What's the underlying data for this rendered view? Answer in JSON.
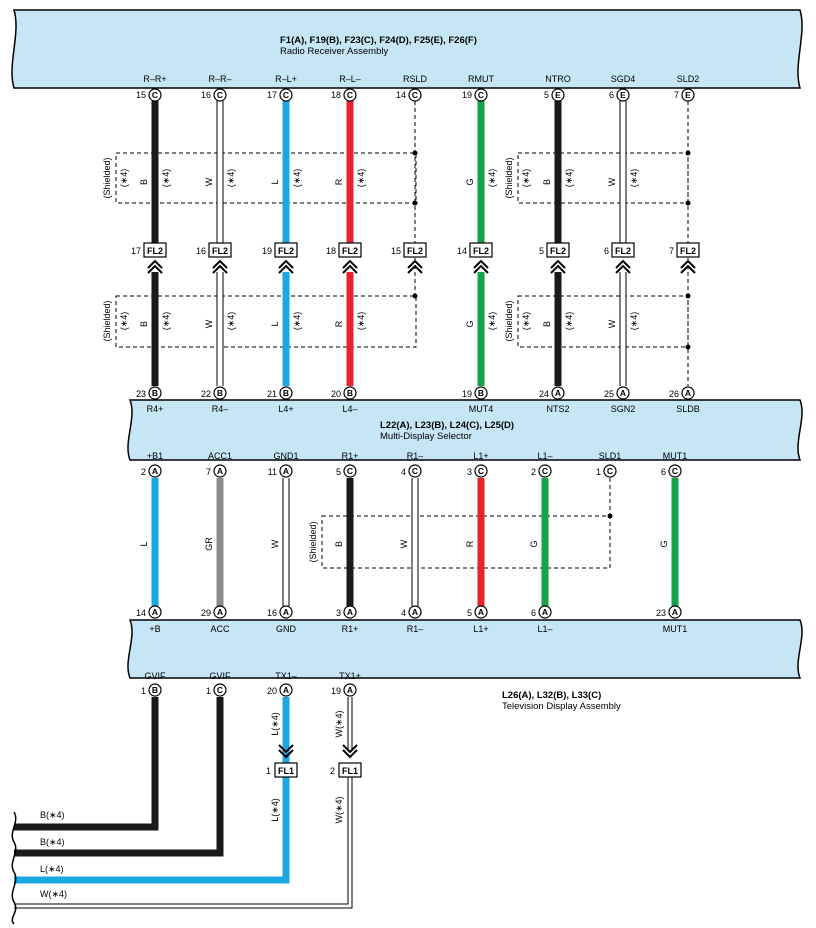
{
  "colors": {
    "box_fill": "#c6e6f6",
    "black_wire": "#1a1a1a",
    "blue_wire": "#1aa7e2",
    "red_wire": "#e8232b",
    "green_wire": "#17a24a",
    "gray_wire": "#8b8b8b",
    "white_wire": "#ffffff"
  },
  "components": {
    "radio_receiver": {
      "connectors": "F1(A), F19(B), F23(C), F24(D), F25(E), F26(F)",
      "name": "Radio Receiver Assembly"
    },
    "multi_display": {
      "connectors": "L22(A), L23(B), L24(C), L25(D)",
      "name": "Multi-Display Selector"
    },
    "television": {
      "connectors": "L26(A), L32(B), L33(C)",
      "name": "Television Display Assembly"
    }
  },
  "radio_pins": [
    {
      "name": "R–R+",
      "num": "15",
      "letter": "C"
    },
    {
      "name": "R–R–",
      "num": "16",
      "letter": "C"
    },
    {
      "name": "R–L+",
      "num": "17",
      "letter": "C"
    },
    {
      "name": "R–L–",
      "num": "18",
      "letter": "C"
    },
    {
      "name": "RSLD",
      "num": "14",
      "letter": "C"
    },
    {
      "name": "RMUT",
      "num": "19",
      "letter": "C"
    },
    {
      "name": "NTRO",
      "num": "5",
      "letter": "E"
    },
    {
      "name": "SGD4",
      "num": "6",
      "letter": "E"
    },
    {
      "name": "SLD2",
      "num": "7",
      "letter": "E"
    }
  ],
  "fl2_pins": [
    "17",
    "16",
    "19",
    "18",
    "15",
    "14",
    "5",
    "6",
    "7"
  ],
  "fl2_label": "FL2",
  "fl1_label": "FL1",
  "shield_label": "(Shielded)",
  "star_label": "(∗4)",
  "upper_wire_letters": [
    "B",
    "W",
    "L",
    "R",
    "",
    "G",
    "B",
    "W",
    ""
  ],
  "mds_top_pins": [
    {
      "name": "R4+",
      "num": "23",
      "letter": "B"
    },
    {
      "name": "R4–",
      "num": "22",
      "letter": "B"
    },
    {
      "name": "L4+",
      "num": "21",
      "letter": "B"
    },
    {
      "name": "L4–",
      "num": "20",
      "letter": "B"
    },
    {
      "name": "MUT4",
      "num": "19",
      "letter": "B"
    },
    {
      "name": "NTS2",
      "num": "24",
      "letter": "A"
    },
    {
      "name": "SGN2",
      "num": "25",
      "letter": "A"
    },
    {
      "name": "SLDB",
      "num": "26",
      "letter": "A"
    }
  ],
  "mds_bottom_pins": [
    {
      "name": "+B1",
      "num": "2",
      "letter": "A"
    },
    {
      "name": "ACC1",
      "num": "7",
      "letter": "A"
    },
    {
      "name": "GND1",
      "num": "11",
      "letter": "A"
    },
    {
      "name": "R1+",
      "num": "5",
      "letter": "C"
    },
    {
      "name": "R1–",
      "num": "4",
      "letter": "C"
    },
    {
      "name": "L1+",
      "num": "3",
      "letter": "C"
    },
    {
      "name": "L1–",
      "num": "2",
      "letter": "C"
    },
    {
      "name": "SLD1",
      "num": "1",
      "letter": "C"
    },
    {
      "name": "MUT1",
      "num": "6",
      "letter": "C"
    }
  ],
  "mid_wire_letters": [
    "L",
    "GR",
    "W",
    "B",
    "W",
    "R",
    "G",
    "",
    "G"
  ],
  "tv_top_pins": [
    {
      "name": "+B",
      "num": "14",
      "letter": "A"
    },
    {
      "name": "ACC",
      "num": "29",
      "letter": "A"
    },
    {
      "name": "GND",
      "num": "16",
      "letter": "A"
    },
    {
      "name": "R1+",
      "num": "3",
      "letter": "A"
    },
    {
      "name": "R1–",
      "num": "4",
      "letter": "A"
    },
    {
      "name": "L1+",
      "num": "5",
      "letter": "A"
    },
    {
      "name": "L1–",
      "num": "6",
      "letter": "A"
    },
    {
      "name": "MUT1",
      "num": "23",
      "letter": "A"
    }
  ],
  "tv_bottom_pins": [
    {
      "name": "GVIF",
      "num": "1",
      "letter": "B"
    },
    {
      "name": "GVIF",
      "num": "1",
      "letter": "C"
    },
    {
      "name": "TX1–",
      "num": "20",
      "letter": "A"
    },
    {
      "name": "TX1+",
      "num": "19",
      "letter": "A"
    }
  ],
  "fl1_pins": [
    "1",
    "2"
  ],
  "tx_wire_labels": [
    "L(∗4)",
    "W(∗4)"
  ],
  "output_labels": [
    "B(∗4)",
    "B(∗4)",
    "L(∗4)",
    "W(∗4)"
  ]
}
